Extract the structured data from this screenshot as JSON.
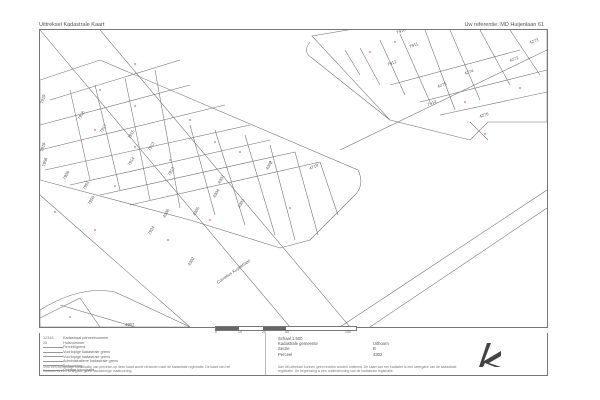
{
  "header": {
    "left_title": "Uittreksel Kadastrale Kaart",
    "right_ref": "Uw referentie: MD Huijenlaan 61"
  },
  "map": {
    "plot_labels": [
      "7910",
      "7911",
      "4272",
      "4273",
      "7912",
      "4274",
      "4275",
      "7914",
      "4276",
      "7919",
      "7916",
      "7917",
      "7915",
      "7918",
      "7913",
      "7956",
      "7909",
      "7914",
      "7913",
      "7951",
      "4301",
      "4302",
      "4719",
      "7950",
      "4304",
      "4303",
      "4305",
      "4306",
      "4307",
      "7924",
      "4302"
    ],
    "street_names": [
      "Cornelius Kuyperlaan"
    ]
  },
  "scale": {
    "labels": [
      "0",
      "10",
      "20",
      "50",
      "100"
    ]
  },
  "legend": {
    "items": [
      {
        "key": "12345",
        "label": "Kadastraal perceelnummer"
      },
      {
        "key": "25",
        "label": "Huisnummer"
      },
      {
        "key": "",
        "label": "Perceelgrens"
      },
      {
        "key": "",
        "label": "Voorlopige kadastrale grens"
      },
      {
        "key": "",
        "label": "Voorlopige kadastrale grens"
      },
      {
        "key": "",
        "label": "Administratieve kadastrale grens"
      },
      {
        "key": "",
        "label": "Bebouwing"
      },
      {
        "key": "",
        "label": "Overige topografie"
      }
    ],
    "disclaimer": "Voor een eenduidige identificatie van percelen op deze kaart wordt verwezen naar de kadastrale registratie. De kaart van het Kadaster is een weergave, geen nauwkeurige maatvoering."
  },
  "info": {
    "rows": [
      {
        "k": "Schaal 1:500",
        "v": ""
      },
      {
        "k": "Kadastrale gemeente",
        "v": "Uithoorn"
      },
      {
        "k": "Sectie",
        "v": "B"
      },
      {
        "k": "Perceel",
        "v": "4302"
      }
    ],
    "disclaimer": "Aan dit uittreksel kunnen geen rechten worden ontleend. De kaart van het Kadaster is een weergave van de kadastrale registratie. De begrenzing is een ondersteuning van de kadastrale registratie."
  },
  "colors": {
    "line": "#666666",
    "marker": "#d06a80"
  },
  "icons": {
    "logo": "kadaster-logo-icon"
  }
}
